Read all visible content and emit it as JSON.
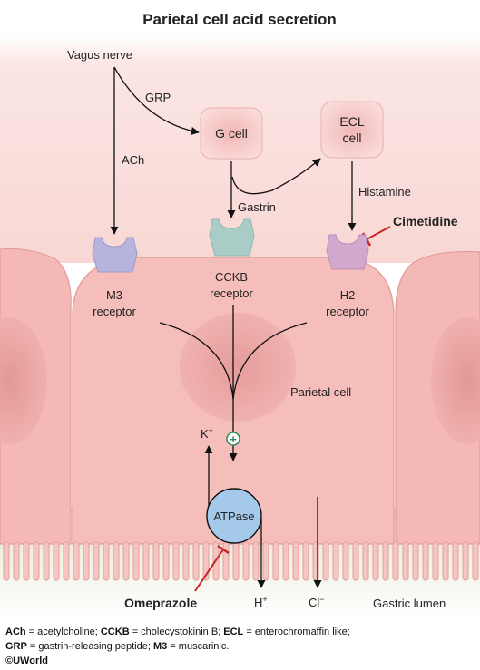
{
  "title": "Parietal cell acid secretion",
  "labels": {
    "vagus": "Vagus nerve",
    "grp": "GRP",
    "ach": "ACh",
    "gcell": "G cell",
    "ecl_line1": "ECL",
    "ecl_line2": "cell",
    "gastrin": "Gastrin",
    "histamine": "Histamine",
    "cimetidine": "Cimetidine",
    "m3_line1": "M3",
    "m3_line2": "receptor",
    "cckb_line1": "CCKB",
    "cckb_line2": "receptor",
    "h2_line1": "H2",
    "h2_line2": "receptor",
    "parietal": "Parietal cell",
    "k": "K",
    "k_sup": "+",
    "plus_sign": "+",
    "atpase": "ATPase",
    "omeprazole": "Omeprazole",
    "h": "H",
    "h_sup": "+",
    "cl": "Cl",
    "cl_sup": "−",
    "lumen": "Gastric lumen"
  },
  "footer": {
    "ach_term": "ACh",
    "ach_def": " = acetylcholine; ",
    "cckb_term": "CCKB",
    "cckb_def": " = cholecystokinin B; ",
    "ecl_term": "ECL",
    "ecl_def": " = enterochromaffin like;",
    "grp_term": "GRP",
    "grp_def": " = gastrin-releasing peptide; ",
    "m3_term": "M3",
    "m3_def": " = muscarinic.",
    "copyright": "©UWorld"
  },
  "colors": {
    "cell_fill": "#f4b9b6",
    "cell_edge": "#e59a97",
    "nucleus": "#e9a3a2",
    "lumen": "#eef3e6",
    "m3_receptor": "#b6b4dc",
    "cckb_receptor": "#a9cdc6",
    "h2_receptor": "#d3a8cf",
    "inhibitor": "#c8262b",
    "plus_circle": "#2e8b57"
  }
}
